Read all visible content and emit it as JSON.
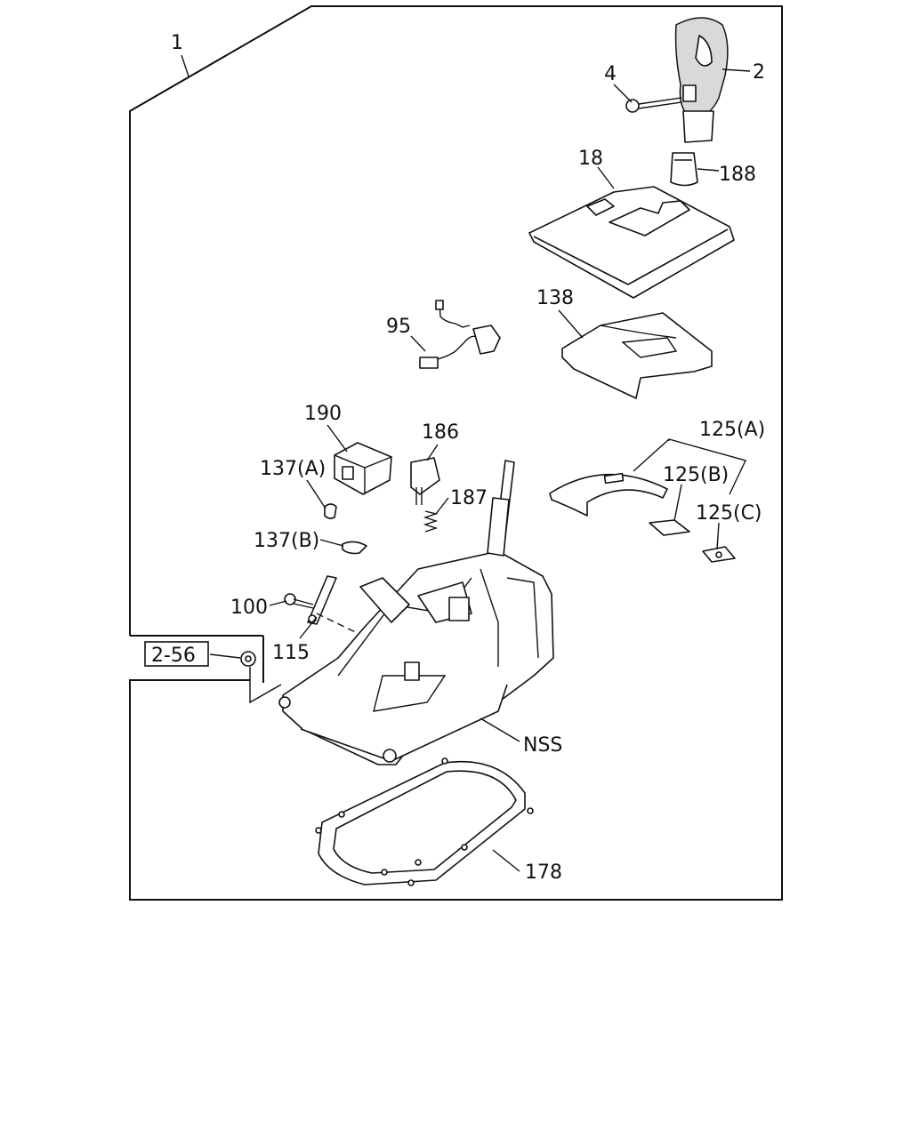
{
  "callouts": {
    "c1": "1",
    "c2": "2",
    "c4": "4",
    "c18": "18",
    "c188": "188",
    "c95": "95",
    "c138": "138",
    "c190": "190",
    "c186": "186",
    "c187": "187",
    "c137a": "137(A)",
    "c137b": "137(B)",
    "c125a": "125(A)",
    "c125b": "125(B)",
    "c125c": "125(C)",
    "c100": "100",
    "c115": "115",
    "c256": "2-56",
    "cnss": "NSS",
    "c178": "178"
  }
}
